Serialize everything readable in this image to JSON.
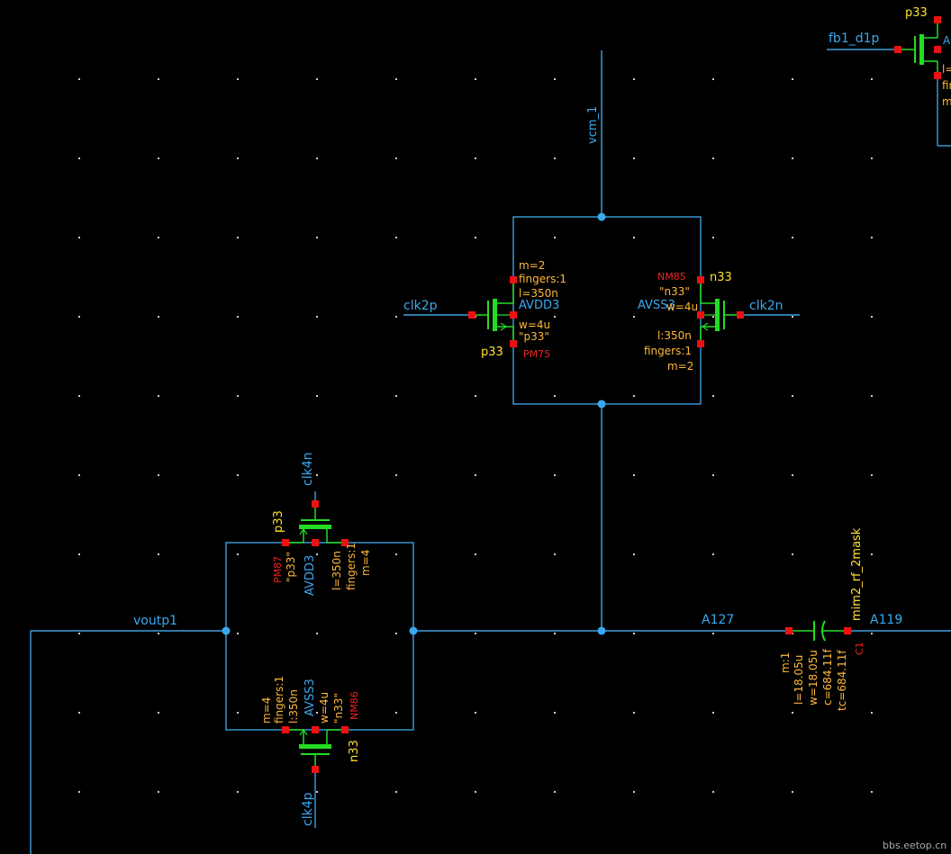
{
  "colors": {
    "background": "#000000",
    "wire": "#3f9fdf",
    "device": "#22dd22",
    "pin": "#ee1111",
    "param": "#ffb83a",
    "instance": "#ee2222",
    "net_label": "#3aa8f0",
    "grid_dot": "#cccccc",
    "watermark": "#aaaaaa"
  },
  "nets": {
    "vcm": "vcm_1",
    "clk2p": "clk2p",
    "clk2n": "clk2n",
    "clk4n": "clk4n",
    "clk4p": "clk4p",
    "voutp": "voutp1",
    "a127": "A127",
    "a119": "A119",
    "fb1": "fb1_d1p"
  },
  "pm75": {
    "instance": "PM75",
    "model": "p33",
    "body": "AVDD3",
    "m": "m=2",
    "fingers": "fingers:1",
    "l": "l=350n",
    "w": "w=4u",
    "model_q": "\"p33\""
  },
  "nm85": {
    "instance": "NM85",
    "model": "n33",
    "body": "AVSS3",
    "model_q": "\"n33\"",
    "w": "w=4u",
    "l": "l:350n",
    "fingers": "fingers:1",
    "m": "m=2"
  },
  "pm87": {
    "instance": "PM87",
    "model": "p33",
    "body": "AVDD3",
    "model_q": "\"p33\"",
    "l": "l=350n",
    "fingers": "fingers:1",
    "m": "m=4"
  },
  "nm86": {
    "instance": "NM86",
    "model": "n33",
    "body": "AVSS3",
    "m": "m=4",
    "fingers": "fingers:1",
    "l": "l:350n",
    "w": "w=4u",
    "model_q": "\"n33\""
  },
  "c1": {
    "instance": "C1",
    "model": "mim2_rf_2mask",
    "m": "m:1",
    "l": "l=18.05u",
    "w": "w=18.05u",
    "c": "c=684.11f",
    "tc": "tc=684.11f"
  },
  "topright": {
    "model": "p33",
    "frag1": "A",
    "frag2": "l=",
    "frag3": "fin",
    "frag4": "m"
  },
  "watermark": "bbs.eetop.cn"
}
